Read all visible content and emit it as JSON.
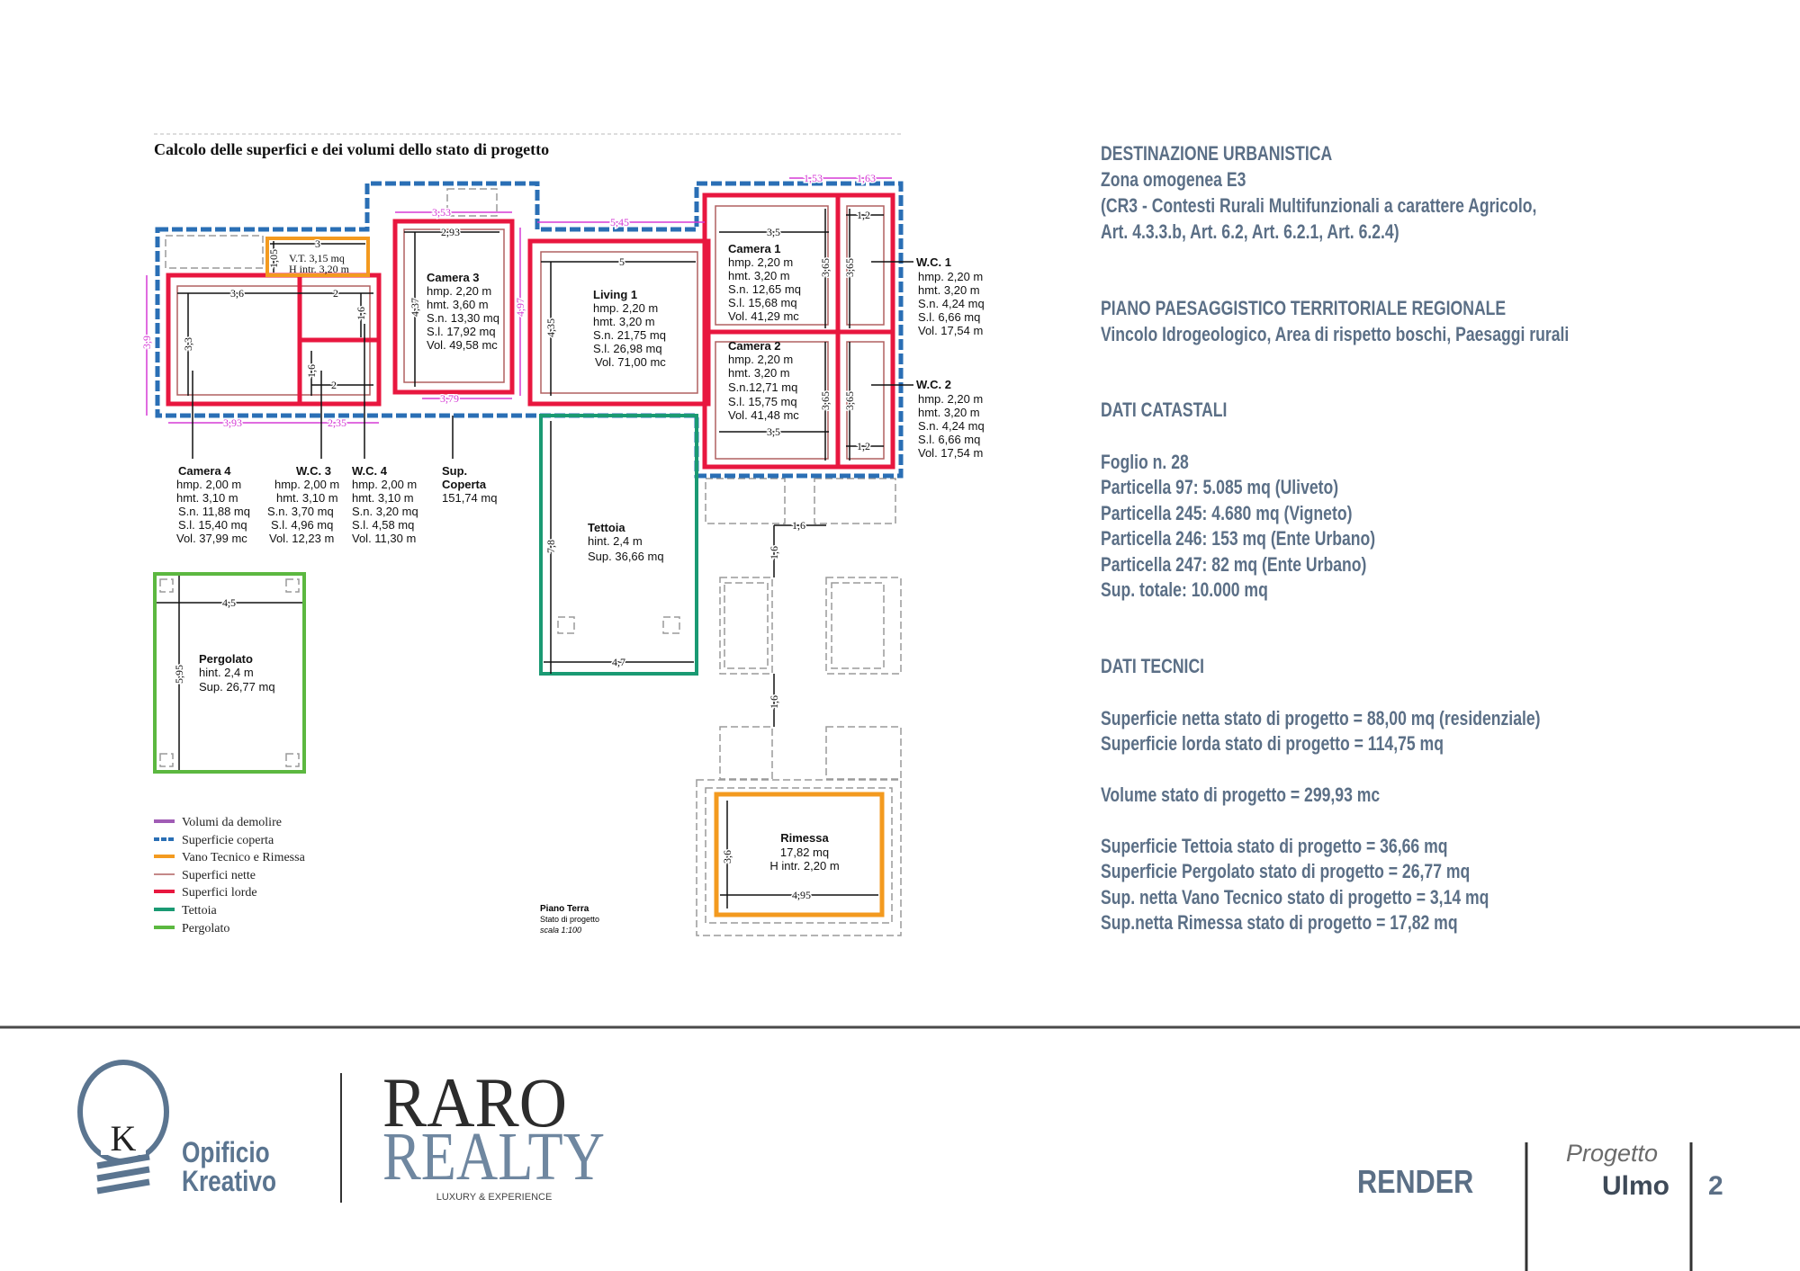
{
  "plan": {
    "title": "Calcolo delle superfici e dei volumi dello stato di progetto",
    "rooms": {
      "vt": {
        "l1": "V.T. 3,15 mq",
        "l2": "H intr. 3,20 m"
      },
      "camera3": {
        "name": "Camera 3",
        "l1": "hmp. 2,20 m",
        "l2": "hmt. 3,60 m",
        "l3": "S.n. 13,30 mq",
        "l4": "S.l. 17,92 mq",
        "l5": "Vol. 49,58 mc"
      },
      "living1": {
        "name": "Living 1",
        "l1": "hmp. 2,20 m",
        "l2": "hmt. 3,20 m",
        "l3": "S.n. 21,75 mq",
        "l4": "S.l. 26,98 mq",
        "l5": "Vol. 71,00 mc"
      },
      "camera1": {
        "name": "Camera 1",
        "l1": "hmp. 2,20 m",
        "l2": "hmt. 3,20 m",
        "l3": "S.n. 12,65 mq",
        "l4": "S.l. 15,68 mq",
        "l5": "Vol. 41,29 mc"
      },
      "camera2": {
        "name": "Camera 2",
        "l1": "hmp. 2,20 m",
        "l2": "hmt. 3,20 m",
        "l3": "S.n.12,71 mq",
        "l4": "S.l. 15,75 mq",
        "l5": "Vol. 41,48 mc"
      },
      "wc1": {
        "name": "W.C. 1",
        "l1": "hmp. 2,20 m",
        "l2": "hmt. 3,20 m",
        "l3": "S.n. 4,24 mq",
        "l4": "S.l. 6,66 mq",
        "l5": "Vol. 17,54 m"
      },
      "wc2": {
        "name": "W.C. 2",
        "l1": "hmp. 2,20 m",
        "l2": "hmt. 3,20 m",
        "l3": "S.n. 4,24 mq",
        "l4": "S.l. 6,66 mq",
        "l5": "Vol. 17,54 m"
      },
      "camera4": {
        "name": "Camera 4",
        "l1": "hmp. 2,00 m",
        "l2": "hmt. 3,10 m",
        "l3": "S.n. 11,88 mq",
        "l4": "S.l. 15,40 mq",
        "l5": "Vol. 37,99 mc"
      },
      "wc3": {
        "name": "W.C. 3",
        "l1": "hmp. 2,00 m",
        "l2": "hmt. 3,10 m",
        "l3": "S.n. 3,70 mq",
        "l4": "S.l. 4,96 mq",
        "l5": "Vol. 12,23 m"
      },
      "wc4": {
        "name": "W.C. 4",
        "l1": "hmp. 2,00 m",
        "l2": "hmt. 3,10 m",
        "l3": "S.n. 3,20 mq",
        "l4": "S.l. 4,58 mq",
        "l5": "Vol. 11,30 m"
      },
      "supcoperta": {
        "name1": "Sup.",
        "name2": "Coperta",
        "l1": "151,74 mq"
      },
      "tettoia": {
        "name": "Tettoia",
        "l1": "hint. 2,4 m",
        "l2": "Sup. 36,66 mq"
      },
      "pergolato": {
        "name": "Pergolato",
        "l1": "hint. 2,4 m",
        "l2": "Sup. 26,77 mq"
      },
      "rimessa": {
        "name": "Rimessa",
        "l1": "17,82 mq",
        "l2": "H intr. 2,20 m"
      }
    },
    "dims": [
      "3,53",
      "5,45",
      "1,53",
      "1,63",
      "3,9",
      "4,97",
      "3,79",
      "3,93",
      "2,35",
      "3,6",
      "3,3",
      "2",
      "1,6",
      "1,6",
      "2",
      "3",
      "1,05",
      "2,93",
      "4,37",
      "5",
      "4,35",
      "3,5",
      "3,65",
      "3,5",
      "3,65",
      "1,2",
      "3,65",
      "1,2",
      "3,65",
      "1,6",
      "1,6",
      "1,6",
      "7,8",
      "4,7",
      "4,5",
      "5,95",
      "3,6",
      "4,95"
    ],
    "legend": [
      {
        "label": "Volumi da demolire",
        "color": "#a05cb5"
      },
      {
        "label": "Superficie coperta",
        "color": "#2a6fb5"
      },
      {
        "label": "Vano Tecnico e Rimessa",
        "color": "#f39a1f"
      },
      {
        "label": "Superfici nette",
        "color": "#b06060"
      },
      {
        "label": "Superfici lorde",
        "color": "#e8173f"
      },
      {
        "label": "Tettoia",
        "color": "#1a9a73"
      },
      {
        "label": "Pergolato",
        "color": "#5cb840"
      }
    ],
    "stamp": {
      "l1": "Piano Terra",
      "l2": "Stato di progetto",
      "l3": "scala 1:100"
    }
  },
  "info": {
    "dest_heading": "DESTINAZIONE URBANISTICA",
    "dest_l1": "Zona omogenea E3",
    "dest_l2": "(CR3 - Contesti Rurali Multifunzionali a carattere Agricolo,",
    "dest_l3": "Art. 4.3.3.b, Art. 6.2, Art. 6.2.1, Art. 6.2.4)",
    "ppr_heading": "PIANO PAESAGGISTICO TERRITORIALE  REGIONALE",
    "ppr_l1": "Vincolo Idrogeologico, Area di rispetto boschi, Paesaggi rurali",
    "cat_heading": "DATI  CATASTALI",
    "cat": [
      "Foglio n. 28",
      "Particella 97: 5.085 mq (Uliveto)",
      "Particella 245: 4.680 mq (Vigneto)",
      "Particella 246: 153 mq (Ente Urbano)",
      "Particella 247: 82 mq (Ente Urbano)",
      "Sup. totale: 10.000 mq"
    ],
    "tec_heading": "DATI  TECNICI",
    "tec": [
      "Superficie netta stato di progetto = 88,00 mq (residenziale)",
      "Superficie lorda stato di progetto = 114,75 mq",
      "Volume stato di progetto = 299,93 mc",
      "Superficie Tettoia stato di progetto = 36,66 mq",
      "Superficie Pergolato stato di progetto = 26,77 mq",
      "Sup. netta Vano Tecnico stato di progetto = 3,14 mq",
      "Sup.netta Rimessa stato di progetto = 17,82 mq"
    ]
  },
  "footer": {
    "logo1_letter": "K",
    "logo1_l1": "Opificio",
    "logo1_l2": "Kreativo",
    "logo2_l1": "RARO",
    "logo2_l2": "REALTY",
    "logo2_tag": "LUXURY & EXPERIENCE",
    "section": "RENDER",
    "project_label": "Progetto",
    "project_name": "Ulmo",
    "page": "2"
  }
}
